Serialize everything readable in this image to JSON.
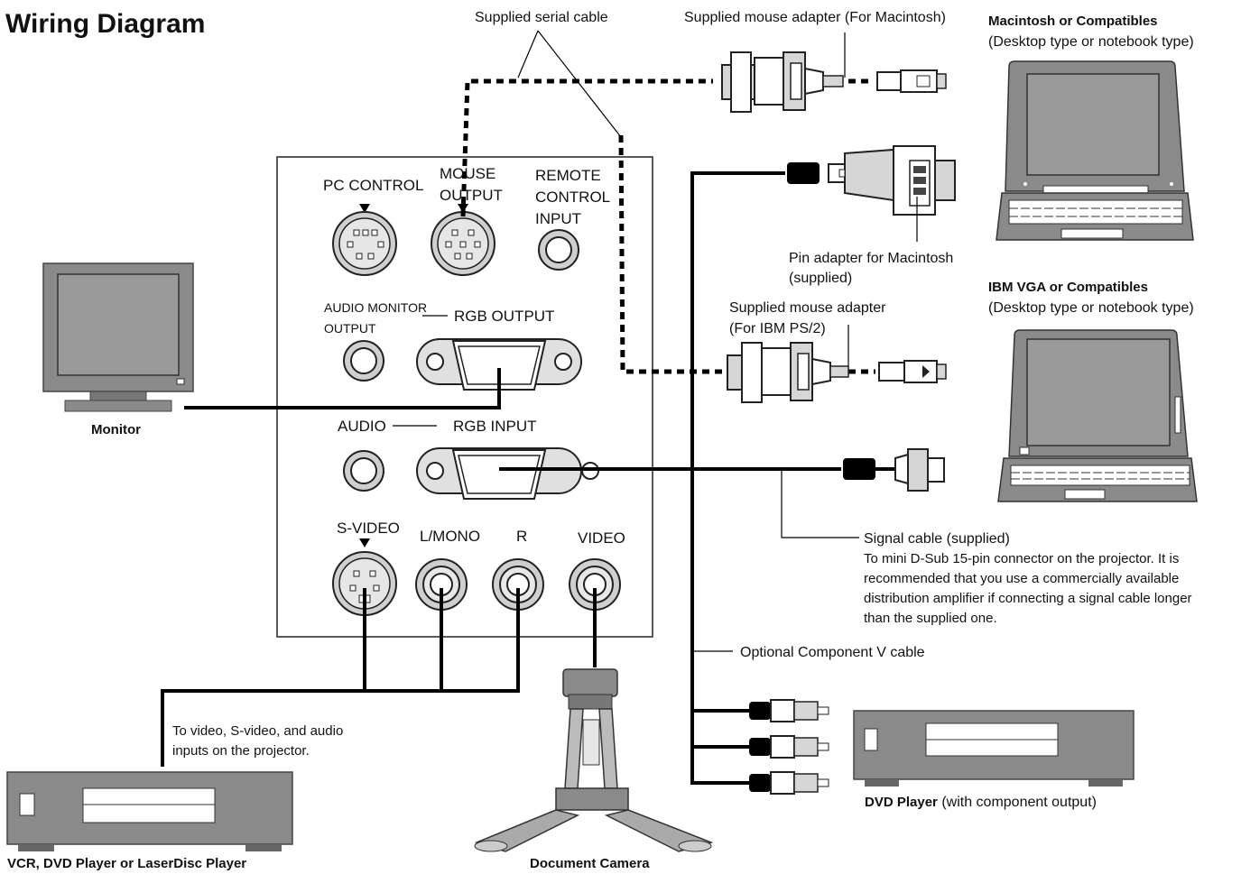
{
  "title": "Wiring Diagram",
  "cables": {
    "serial": "Supplied serial cable",
    "mouse_mac": "Supplied mouse adapter (For Macintosh)",
    "pin_adapter_1": "Pin adapter for Macintosh",
    "pin_adapter_2": "(supplied)",
    "mouse_ibm_1": "Supplied mouse adapter",
    "mouse_ibm_2": "(For IBM PS/2)",
    "signal_1": "Signal cable (supplied)",
    "signal_2": "To mini D-Sub 15-pin connector on the projector. It is",
    "signal_3": "recommended that you use a commercially available",
    "signal_4": "distribution amplifier if connecting a signal cable longer",
    "signal_5": "than the supplied one.",
    "component": "Optional Component V cable",
    "vcr_note_1": "To video, S-video, and audio",
    "vcr_note_2": "inputs on the projector."
  },
  "ports": {
    "pc_control": "PC  CONTROL",
    "mouse_output_1": "MOUSE",
    "mouse_output_2": "OUTPUT",
    "remote_1": "REMOTE",
    "remote_2": "CONTROL",
    "remote_3": "INPUT",
    "audio_monitor_1": "AUDIO MONITOR",
    "audio_monitor_2": "OUTPUT",
    "rgb_output": "RGB OUTPUT",
    "audio": "AUDIO",
    "rgb_input": "RGB INPUT",
    "s_video": "S-VIDEO",
    "l_mono": "L/MONO",
    "r": "R",
    "video": "VIDEO"
  },
  "devices": {
    "mac_title": "Macintosh or Compatibles",
    "mac_sub": "(Desktop type or notebook type)",
    "ibm_title": "IBM VGA or Compatibles",
    "ibm_sub": "(Desktop type or notebook type)",
    "monitor": "Monitor",
    "vcr": "VCR, DVD Player or LaserDisc Player",
    "doc_camera": "Document Camera",
    "dvd_title": "DVD Player",
    "dvd_sub": " (with component output)"
  }
}
